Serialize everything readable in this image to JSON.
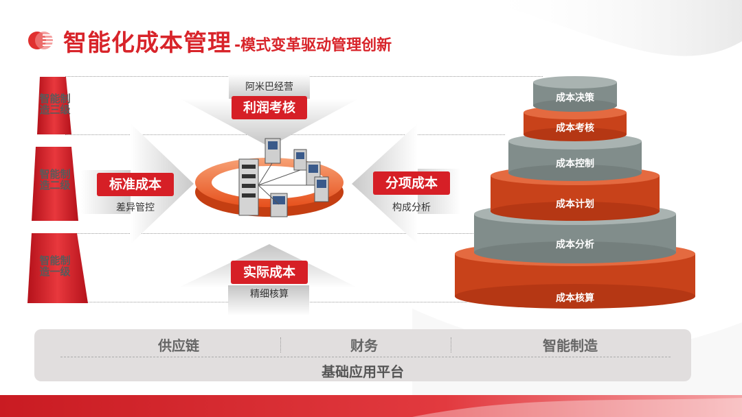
{
  "title": {
    "main": "智能化成本管理",
    "sub": "-模式变革驱动管理创新"
  },
  "levels": [
    {
      "label": "智能制造三级"
    },
    {
      "label": "智能制造二级"
    },
    {
      "label": "智能制造一级"
    }
  ],
  "center": {
    "top": {
      "caption": "阿米巴经营",
      "tag": "利润考核"
    },
    "left": {
      "tag": "标准成本",
      "caption": "差异管控"
    },
    "right": {
      "tag": "分项成本",
      "caption": "构成分析"
    },
    "bottom": {
      "tag": "实际成本",
      "caption": "精细核算"
    }
  },
  "pyramid": [
    {
      "label": "成本决策",
      "color": "#8e9a98"
    },
    {
      "label": "成本考核",
      "color": "#d94d22"
    },
    {
      "label": "成本控制",
      "color": "#8e9a98"
    },
    {
      "label": "成本计划",
      "color": "#d94d22"
    },
    {
      "label": "成本分析",
      "color": "#8e9a98"
    },
    {
      "label": "成本核算",
      "color": "#d94d22"
    }
  ],
  "platform": {
    "items": [
      "供应链",
      "财务",
      "智能制造"
    ],
    "base": "基础应用平台"
  },
  "colors": {
    "accent": "#d8242a",
    "gray_tier": "#8e9a98",
    "orange_tier": "#d94d22"
  }
}
